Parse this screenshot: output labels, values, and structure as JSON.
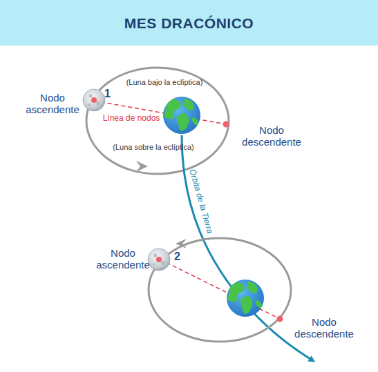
{
  "diagram": {
    "title": "MES DRACÓNICO",
    "labels": [
      "Nodo ascendente",
      "1",
      "(Luna bajo la eclíptica)",
      "Línea de nodos",
      "(Luna sobre la eclíptica)",
      "Nodo descendente",
      "Órbita de la Tierra",
      "Nodo ascendente",
      "2",
      "Nodo descendente"
    ]
  }
}
